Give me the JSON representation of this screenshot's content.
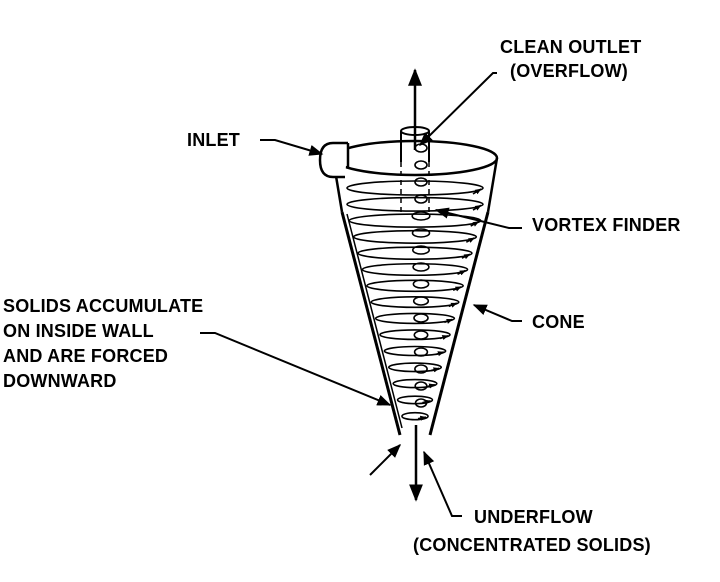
{
  "labels": {
    "clean_outlet_line1": "CLEAN OUTLET",
    "clean_outlet_line2": "(OVERFLOW)",
    "inlet": "INLET",
    "vortex_finder": "VORTEX FINDER",
    "solids_line1": "SOLIDS ACCUMULATE",
    "solids_line2": "ON INSIDE WALL",
    "solids_line3": "AND ARE FORCED",
    "solids_line4": "DOWNWARD",
    "cone": "CONE",
    "underflow_line1": "UNDERFLOW",
    "underflow_line2": "(CONCENTRATED SOLIDS)"
  },
  "colors": {
    "ink": "#000000",
    "background": "#ffffff"
  }
}
